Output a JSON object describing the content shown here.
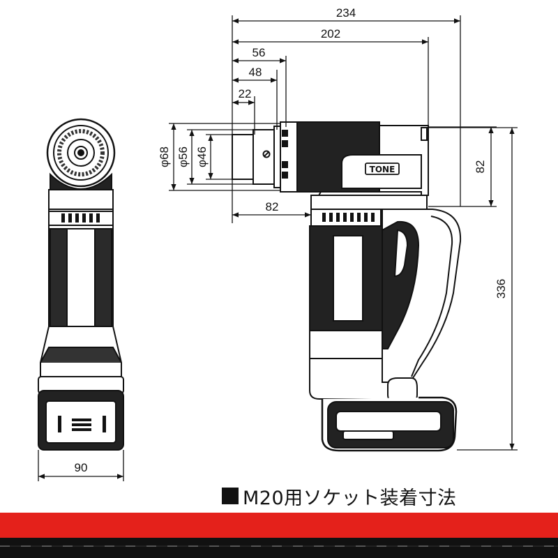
{
  "caption": "M20用ソケット装着寸法",
  "logo_text": "TONE",
  "dimensions": {
    "overall_length": "234",
    "length_to_body": "202",
    "socket_len_56": "56",
    "socket_len_48": "48",
    "socket_len_22": "22",
    "head_height": "82",
    "axis_to_grip": "82",
    "total_height": "336",
    "width": "90",
    "dia_68": "φ68",
    "dia_56": "φ56",
    "dia_46": "φ46"
  },
  "colors": {
    "ink": "#111111",
    "accent_band": "#e4211b",
    "dark_band": "#111111"
  }
}
